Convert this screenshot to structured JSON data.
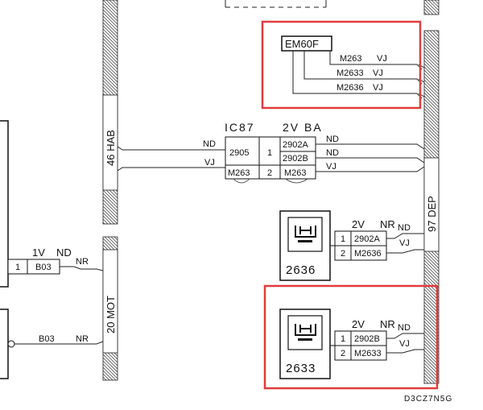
{
  "document_id": "D3CZ7N5G",
  "accent_color": "#e03c3c",
  "module": {
    "label": "EM60F"
  },
  "module_lines": [
    {
      "code": "M263",
      "color": "VJ"
    },
    {
      "code": "M2633",
      "color": "VJ"
    },
    {
      "code": "M2636",
      "color": "VJ"
    }
  ],
  "connectors": {
    "hab": "46 HAB",
    "dep": "97 DEP",
    "mot": "20 MOT"
  },
  "splice_ic87": {
    "label": "IC87",
    "right_label": "2V BA",
    "rows": [
      {
        "left": "2905",
        "pin": "1",
        "right_top": "2902A",
        "right_bottom": "2902B"
      },
      {
        "left": "M263",
        "pin": "2",
        "right": "M263"
      }
    ],
    "wire_colors": {
      "left_top": "ND",
      "left_bottom": "VJ",
      "right_1": "ND",
      "right_2": "ND",
      "right_3": "VJ"
    }
  },
  "component_2636": {
    "number": "2636",
    "conn_label": "2V",
    "color_top": "NR",
    "color_a": "ND",
    "color_b": "VJ",
    "pins": [
      {
        "pin": "1",
        "wire": "2902A"
      },
      {
        "pin": "2",
        "wire": "M2636"
      }
    ]
  },
  "component_2633": {
    "number": "2633",
    "conn_label": "2V",
    "color_top": "NR",
    "color_a": "ND",
    "color_b": "VJ",
    "pins": [
      {
        "pin": "1",
        "wire": "2902B"
      },
      {
        "pin": "2",
        "wire": "M2633"
      }
    ]
  },
  "left_connector": {
    "label": "1V",
    "color_top": "ND",
    "color_wire": "NR",
    "pin": "1",
    "wire": "B03"
  },
  "left_lower": {
    "wire": "B03",
    "color": "NR"
  }
}
